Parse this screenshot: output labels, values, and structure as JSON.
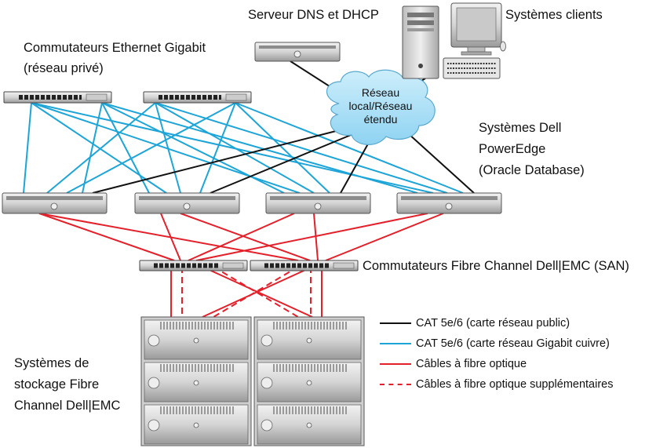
{
  "labels": {
    "dns_server": "Serveur DNS et DHCP",
    "client_systems": "Systèmes clients",
    "ethernet_switches": "Commutateurs Ethernet Gigabit\n(réseau privé)",
    "wan_cloud": "Réseau\nlocal/Réseau\nétendu",
    "poweredge_systems": "Systèmes Dell\nPowerEdge\n(Oracle Database)",
    "fc_switches": "Commutateurs Fibre Channel Dell|EMC (SAN)",
    "storage_systems": "Systèmes de\nstockage Fibre\nChannel Dell|EMC"
  },
  "legend": [
    {
      "label": "CAT 5e/6 (carte réseau public)",
      "style": "solid",
      "color": "#111111"
    },
    {
      "label": "CAT 5e/6 (carte réseau Gigabit cuivre)",
      "style": "solid",
      "color": "#1ea5d8"
    },
    {
      "label": "Câbles à fibre optique",
      "style": "solid",
      "color": "#e4202a"
    },
    {
      "label": "Câbles à fibre optique supplémentaires",
      "style": "dashed",
      "color": "#e4202a"
    }
  ],
  "colors": {
    "public_nic": "#111111",
    "gigabit_copper": "#1ea5d8",
    "fibre": "#e4202a",
    "cloud": "#a9def7",
    "device": "#d9d9d9"
  }
}
